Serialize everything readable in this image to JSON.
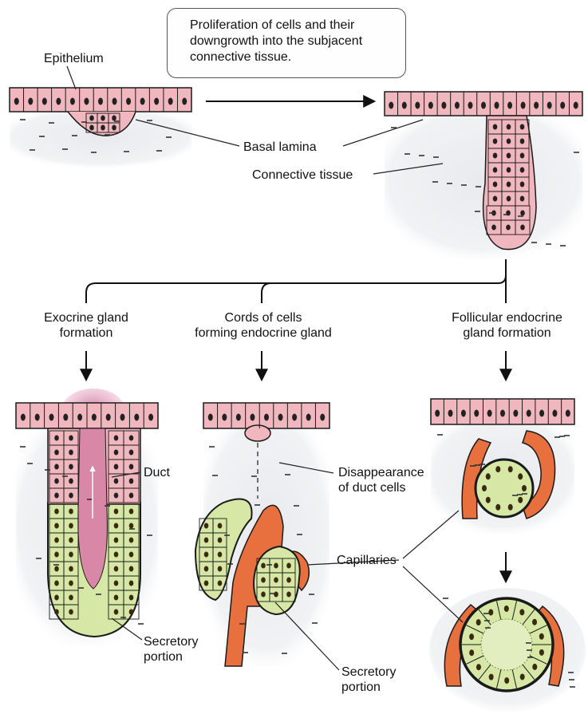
{
  "caption": "Proliferation of cells and their\ndowngrowth into the subjacent\nconnective tissue.",
  "labels": {
    "epithelium": "Epithelium",
    "basal_lamina": "Basal lamina",
    "connective_tissue": "Connective tissue",
    "exocrine_formation": "Exocrine gland\nformation",
    "cords_of_cells": "Cords of cells\nforming endocrine gland",
    "follicular_formation": "Follicular endocrine\ngland formation",
    "duct": "Duct",
    "disappearance_duct_cells": "Disappearance\nof duct cells",
    "capillaries": "Capillaries",
    "secretory_portion_exocrine": "Secretory\nportion",
    "secretory_portion_endocrine": "Secretory\nportion"
  },
  "colors": {
    "epithelium_pink": "#f0b8be",
    "duct_lumen": "#e7a9bd",
    "secretory_green": "#d7e8a6",
    "capillary_orange": "#e8703f",
    "connective_gray": "#ecedf0",
    "outline": "#1a1a1a"
  }
}
